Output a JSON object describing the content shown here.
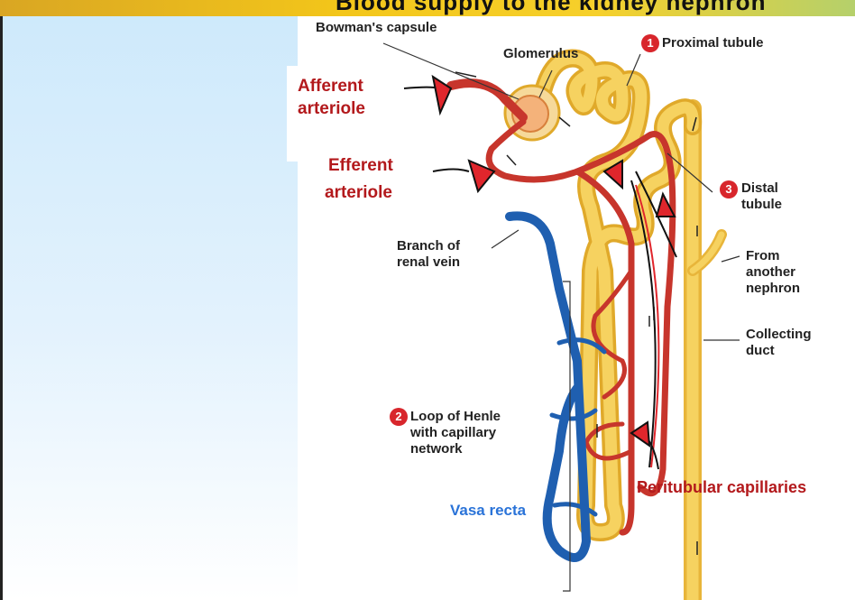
{
  "title": "Blood supply to the kidney nephron",
  "labels": {
    "bowmans_capsule": "Bowman's capsule",
    "glomerulus": "Glomerulus",
    "proximal_tubule": "Proximal tubule",
    "distal_tubule_1": "Distal",
    "distal_tubule_2": "tubule",
    "branch_renal_vein_1": "Branch of",
    "branch_renal_vein_2": "renal vein",
    "from_another_1": "From",
    "from_another_2": "another",
    "from_another_3": "nephron",
    "collecting_1": "Collecting",
    "collecting_2": "duct",
    "loop_henle_1": "Loop of Henle",
    "loop_henle_2": "with capillary",
    "loop_henle_3": "network"
  },
  "numbers": {
    "one": "1",
    "two": "2",
    "three": "3"
  },
  "annotations": {
    "afferent_1": "Afferent",
    "afferent_2": "arteriole",
    "efferent_1": "Efferent",
    "efferent_2": "arteriole",
    "peritubular": "Peritubular capillaries",
    "vasa_recta": "Vasa recta"
  },
  "colors": {
    "artery": "#c0392b",
    "vein": "#1f5fb0",
    "tubule": "#f2c434",
    "annotation_red": "#b3191c",
    "annotation_blue": "#2a73d8"
  }
}
